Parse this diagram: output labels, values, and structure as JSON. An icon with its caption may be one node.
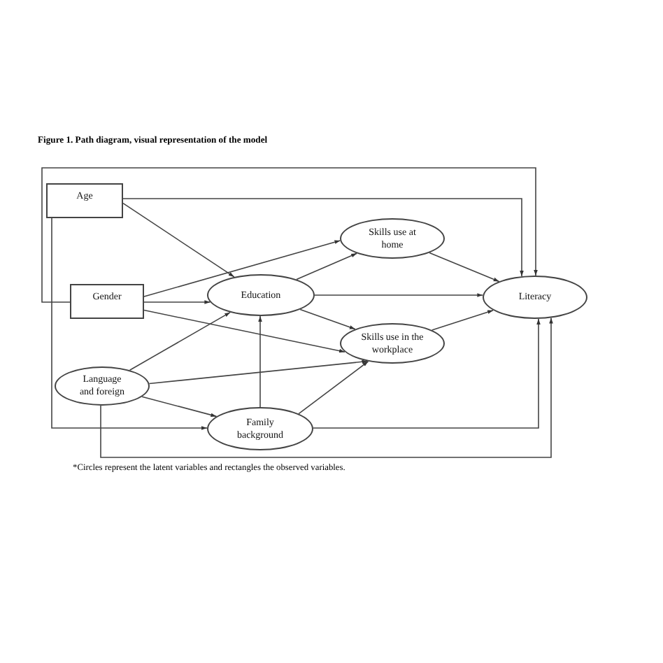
{
  "diagram": {
    "title": "Figure 1. Path diagram, visual representation of the model",
    "caption": "*Circles represent the latent variables and rectangles the observed variables.",
    "nodes": [
      {
        "text": [
          "Age"
        ]
      },
      {
        "text": [
          "Gender"
        ]
      },
      {
        "text": [
          "Education"
        ]
      },
      {
        "text": [
          "Language and foreign"
        ]
      },
      {
        "text": [
          "Family background"
        ]
      },
      {
        "text": [
          "Skills use at home"
        ]
      },
      {
        "text": [
          "Skills use in the workplace"
        ]
      },
      {
        "text": [
          "Literacy"
        ]
      }
    ],
    "edges": [
      {
        "from": 0,
        "to": 7,
        "arrow": "to"
      },
      {
        "from": 0,
        "to": 2,
        "arrow": "to"
      },
      {
        "from": 1,
        "to": 7,
        "arrow": "to"
      },
      {
        "from": 0,
        "to": 4,
        "arrow": "to"
      },
      {
        "from": 1,
        "to": 2,
        "arrow": "to"
      },
      {
        "from": 1,
        "to": 5,
        "arrow": "to"
      },
      {
        "from": 1,
        "to": 6,
        "arrow": "to"
      },
      {
        "from": 2,
        "to": 5,
        "arrow": "to"
      },
      {
        "from": 2,
        "to": 7,
        "arrow": "to"
      },
      {
        "from": 2,
        "to": 6,
        "arrow": "to"
      },
      {
        "from": 3,
        "to": 2,
        "arrow": "to"
      },
      {
        "from": 3,
        "to": 6,
        "arrow": "to"
      },
      {
        "from": 3,
        "to": 4,
        "arrow": "to"
      },
      {
        "from": 3,
        "to": 7,
        "arrow": "to"
      },
      {
        "from": 4,
        "to": 2,
        "arrow": "to"
      },
      {
        "from": 4,
        "to": 6,
        "arrow": "to"
      },
      {
        "from": 4,
        "to": 7,
        "arrow": "to"
      },
      {
        "from": 5,
        "to": 7,
        "arrow": "to"
      },
      {
        "from": 6,
        "to": 7,
        "arrow": "to"
      }
    ]
  }
}
